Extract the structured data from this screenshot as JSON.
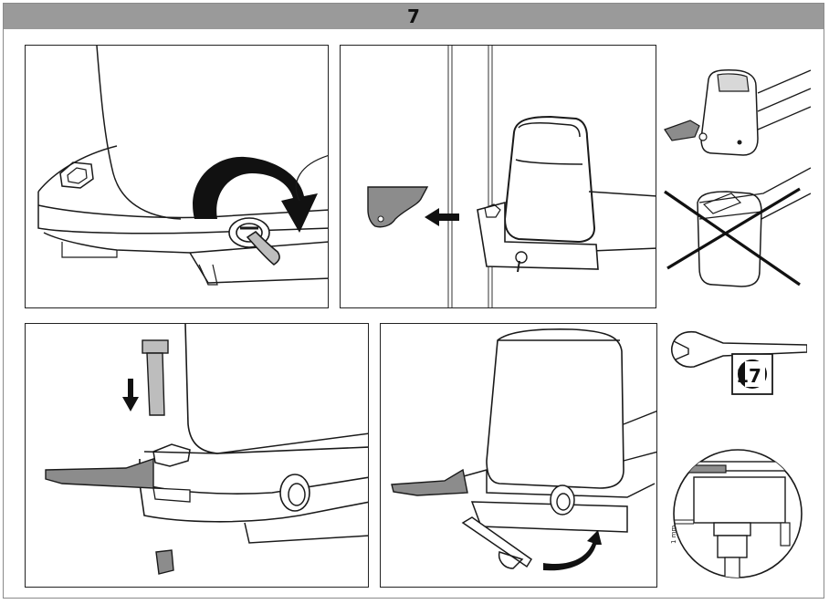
{
  "page": {
    "step_number": "7"
  },
  "wrench_badge": {
    "size_label": "17"
  },
  "detail": {
    "clearance_label": "1 mm"
  },
  "colors": {
    "header_bg": "#9a9a9a",
    "line": "#1a1a1a",
    "plate_fill": "#8c8c8c",
    "arrow_fill": "#111111"
  },
  "icons": [
    "rotate-arrow-icon",
    "left-arrow-icon",
    "down-arrow-icon",
    "curved-arrow-icon",
    "wrench-icon",
    "cross-out-icon"
  ]
}
